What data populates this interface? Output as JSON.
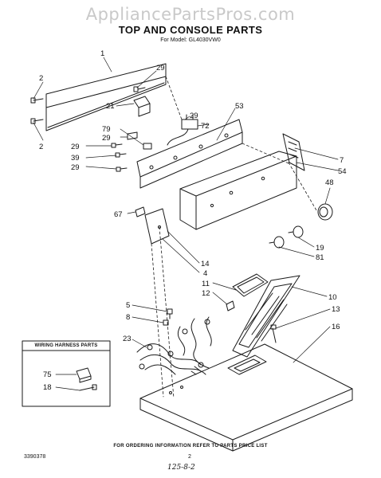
{
  "watermark": "AppliancePartsPros.com",
  "title": "TOP AND CONSOLE PARTS",
  "model": "For Model: GL4030VW0",
  "wiring_harness_title": "WIRING HARNESS PARTS",
  "footer": "FOR ORDERING INFORMATION REFER TO PARTS PRICE LIST",
  "page_number": "2",
  "doc_number": "3390378",
  "handwritten": "125-8-2",
  "callouts": {
    "c1": "1",
    "c2a": "2",
    "c2b": "2",
    "c29a": "29",
    "c21": "21",
    "c29b": "29",
    "c72": "72",
    "c53": "53",
    "c79": "79",
    "c29c": "29",
    "c29d": "29",
    "c39": "39",
    "c29e": "29",
    "c7": "7",
    "c54": "54",
    "c48": "48",
    "c67": "67",
    "c19": "19",
    "c81": "81",
    "c14": "14",
    "c4": "4",
    "c11": "11",
    "c12": "12",
    "c10": "10",
    "c5": "5",
    "c13": "13",
    "c8": "8",
    "c16": "16",
    "c23": "23",
    "c75": "75",
    "c18": "18"
  }
}
